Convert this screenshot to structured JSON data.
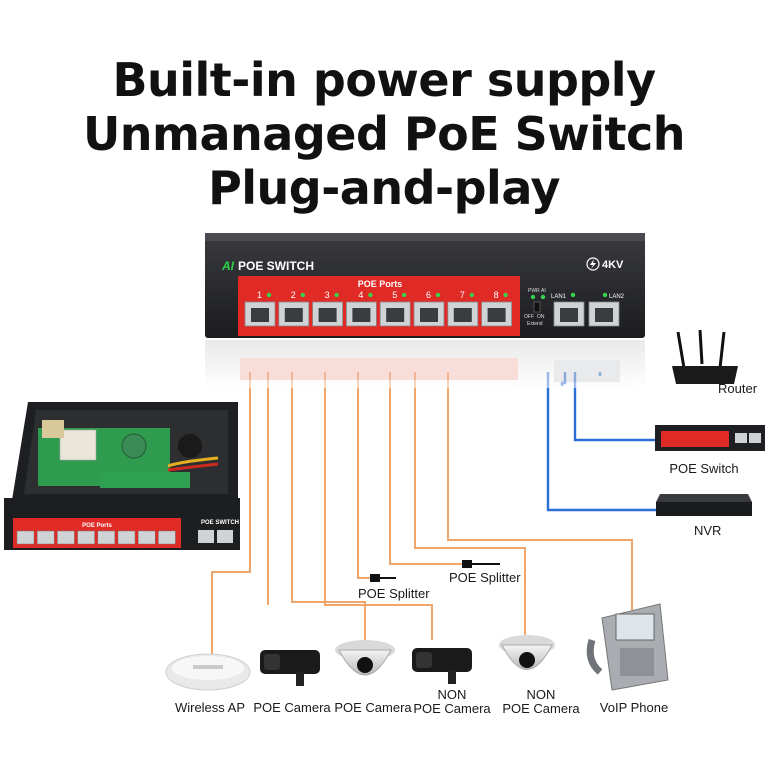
{
  "headline": {
    "line1": "Built-in power supply",
    "line2": "Unmanaged PoE Switch",
    "line3": "Plug-and-play"
  },
  "switch": {
    "brand_mark": "AI",
    "brand_name": "POE SWITCH",
    "surge_rating": "4KV",
    "poe_ports_label": "POE Ports",
    "port_numbers": [
      "1",
      "2",
      "3",
      "4",
      "5",
      "6",
      "7",
      "8"
    ],
    "pwr_label": "PWR",
    "ai_label": "AI",
    "off_label": "OFF",
    "on_label": "ON",
    "extend_label": "Extend",
    "lan1_label": "LAN1",
    "lan2_label": "LAN2"
  },
  "inner_unit": {
    "poe_ports_label": "POE Ports",
    "brand_name": "POE SWITCH"
  },
  "network_devices": {
    "router": "Router",
    "poe_switch": "POE Switch",
    "nvr": "NVR"
  },
  "splitters": {
    "splitter_a": "POE Splitter",
    "splitter_b": "POE Splitter"
  },
  "end_devices": {
    "wireless_ap": "Wireless AP",
    "poe_camera_1": "POE Camera",
    "poe_camera_2": "POE Camera",
    "non_poe_camera_1_line1": "NON",
    "non_poe_camera_1_line2": "POE Camera",
    "non_poe_camera_2_line1": "NON",
    "non_poe_camera_2_line2": "POE Camera",
    "voip_phone": "VoIP Phone"
  },
  "colors": {
    "poe_cable": "#f0a56a",
    "lan_cable": "#2a6fd6",
    "switch_body": "#232427",
    "port_panel": "#e02a25",
    "led_green": "#39d14a"
  }
}
